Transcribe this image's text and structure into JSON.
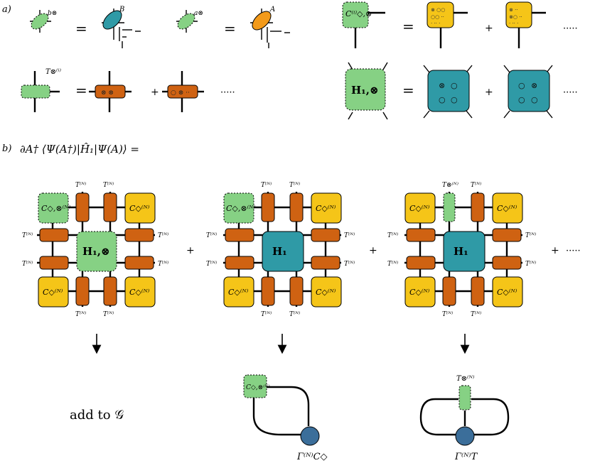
{
  "labels": {
    "part_a": "a)",
    "part_b": "b)",
    "b_otimes": "b⊗",
    "B": "B",
    "a_otimes": "a⊗",
    "A": "A",
    "T_otimes_i": "T⊗⁽ⁱ⁾",
    "C_i_otimes": "C⁽ⁱ⁾◇,⊗",
    "H1_otimes": "H₁,⊗",
    "equals": "=",
    "plus": "+",
    "dots": "·····",
    "gradient_lhs": "∂A† ⟨Ψ(A†)|Ĥ₁|Ψ(A)⟩  =",
    "T_N": "T⁽ᴺ⁾",
    "T_N_otimes": "T⊗⁽ᴺ⁾",
    "C_N": "C◇⁽ᴺ⁾",
    "C_N_otimes": "C◇,⊗⁽ᴺ⁾",
    "H1": "H₁",
    "add_to_G": "add to 𝒢",
    "Gamma_C": "Γ⁽ᴺ⁾C◇",
    "Gamma_T": "Γ⁽ᴺ⁾T"
  },
  "colors": {
    "green": "#86d184",
    "teal": "#2f9aa6",
    "yellow": "#f5c518",
    "orange": "#cf6212",
    "blue_node": "#3b6e9a",
    "ellipse_orange": "#f39a1a"
  }
}
